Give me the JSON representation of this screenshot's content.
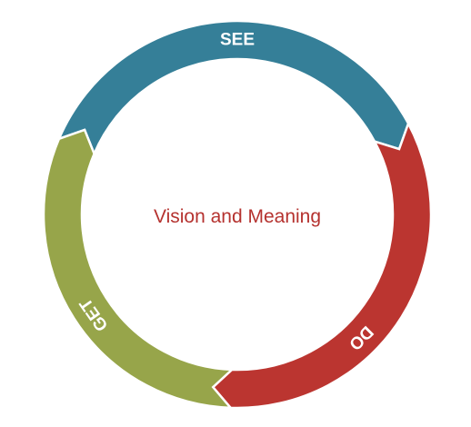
{
  "diagram": {
    "center_text": "Vision and Meaning",
    "center_color": "#b5322f",
    "segments": [
      {
        "id": "see",
        "label": "SEE",
        "color": "#357f98"
      },
      {
        "id": "do",
        "label": "DO",
        "color": "#bb3530"
      },
      {
        "id": "get",
        "label": "GET",
        "color": "#97a54a"
      }
    ]
  }
}
